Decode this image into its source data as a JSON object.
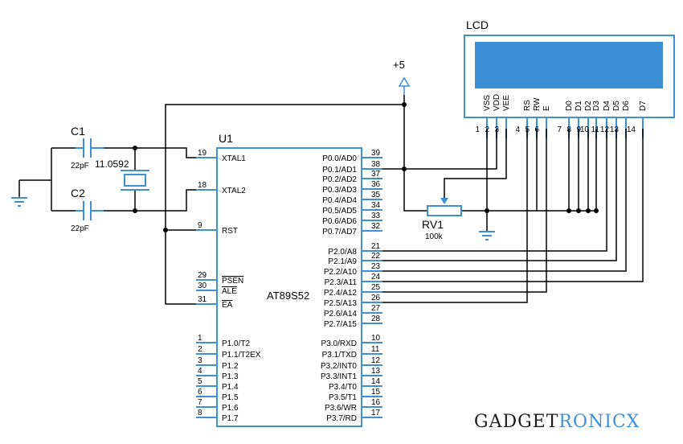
{
  "lcd": {
    "title": "LCD",
    "pins": [
      {
        "name": "VSS",
        "num": "1"
      },
      {
        "name": "VDD",
        "num": "2"
      },
      {
        "name": "VEE",
        "num": "3"
      },
      {
        "name": "RS",
        "num": "4"
      },
      {
        "name": "RW",
        "num": "5"
      },
      {
        "name": "E",
        "num": "6"
      },
      {
        "name": "D0",
        "num": "7"
      },
      {
        "name": "D1",
        "num": "8"
      },
      {
        "name": "D2",
        "num": "9"
      },
      {
        "name": "D3",
        "num": "10"
      },
      {
        "name": "D4",
        "num": "11"
      },
      {
        "name": "D5",
        "num": "12"
      },
      {
        "name": "D6",
        "num": "13"
      },
      {
        "name": "D7",
        "num": "14"
      }
    ],
    "screen_color": "#3d8fd6"
  },
  "power": {
    "label": "+5"
  },
  "u1": {
    "ref": "U1",
    "part": "AT89S52",
    "left_pins": [
      {
        "num": "19",
        "label": "XTAL1"
      },
      {
        "num": "18",
        "label": "XTAL2"
      },
      {
        "num": "9",
        "label": "RST"
      },
      {
        "num": "29",
        "label": "PSEN"
      },
      {
        "num": "30",
        "label": "ALE"
      },
      {
        "num": "31",
        "label": "EA"
      },
      {
        "num": "1",
        "label": "P1.0/T2"
      },
      {
        "num": "2",
        "label": "P1.1/T2EX"
      },
      {
        "num": "3",
        "label": "P1.2"
      },
      {
        "num": "4",
        "label": "P1.3"
      },
      {
        "num": "5",
        "label": "P1.4"
      },
      {
        "num": "6",
        "label": "P1.5"
      },
      {
        "num": "7",
        "label": "P1.6"
      },
      {
        "num": "8",
        "label": "P1.7"
      }
    ],
    "right_pins": [
      {
        "num": "39",
        "label": "P0.0/AD0"
      },
      {
        "num": "38",
        "label": "P0.1/AD1"
      },
      {
        "num": "37",
        "label": "P0.2/AD2"
      },
      {
        "num": "36",
        "label": "P0.3/AD3"
      },
      {
        "num": "35",
        "label": "P0.4/AD4"
      },
      {
        "num": "34",
        "label": "P0.5/AD5"
      },
      {
        "num": "33",
        "label": "P0.6/AD6"
      },
      {
        "num": "32",
        "label": "P0.7/AD7"
      },
      {
        "num": "21",
        "label": "P2.0/A8"
      },
      {
        "num": "22",
        "label": "P2.1/A9"
      },
      {
        "num": "23",
        "label": "P2.2/A10"
      },
      {
        "num": "24",
        "label": "P2.3/A11"
      },
      {
        "num": "25",
        "label": "P2.4/A12"
      },
      {
        "num": "26",
        "label": "P2.5/A13"
      },
      {
        "num": "27",
        "label": "P2.6/A14"
      },
      {
        "num": "28",
        "label": "P2.7/A15"
      },
      {
        "num": "10",
        "label": "P3.0/RXD"
      },
      {
        "num": "11",
        "label": "P3.1/TXD"
      },
      {
        "num": "12",
        "label": "P3.2/INT0"
      },
      {
        "num": "13",
        "label": "P3.3/INT1"
      },
      {
        "num": "14",
        "label": "P3.4/T0"
      },
      {
        "num": "15",
        "label": "P3.5/T1"
      },
      {
        "num": "16",
        "label": "P3.6/WR"
      },
      {
        "num": "17",
        "label": "P3.7/RD"
      }
    ]
  },
  "c1": {
    "ref": "C1",
    "value": "22pF"
  },
  "c2": {
    "ref": "C2",
    "value": "22pF"
  },
  "crystal": {
    "value": "11.0592"
  },
  "rv1": {
    "ref": "RV1",
    "value": "100k"
  },
  "brand": {
    "part1": "GADGET",
    "part2": "RONICX",
    "color2": "#3d8fd6"
  }
}
